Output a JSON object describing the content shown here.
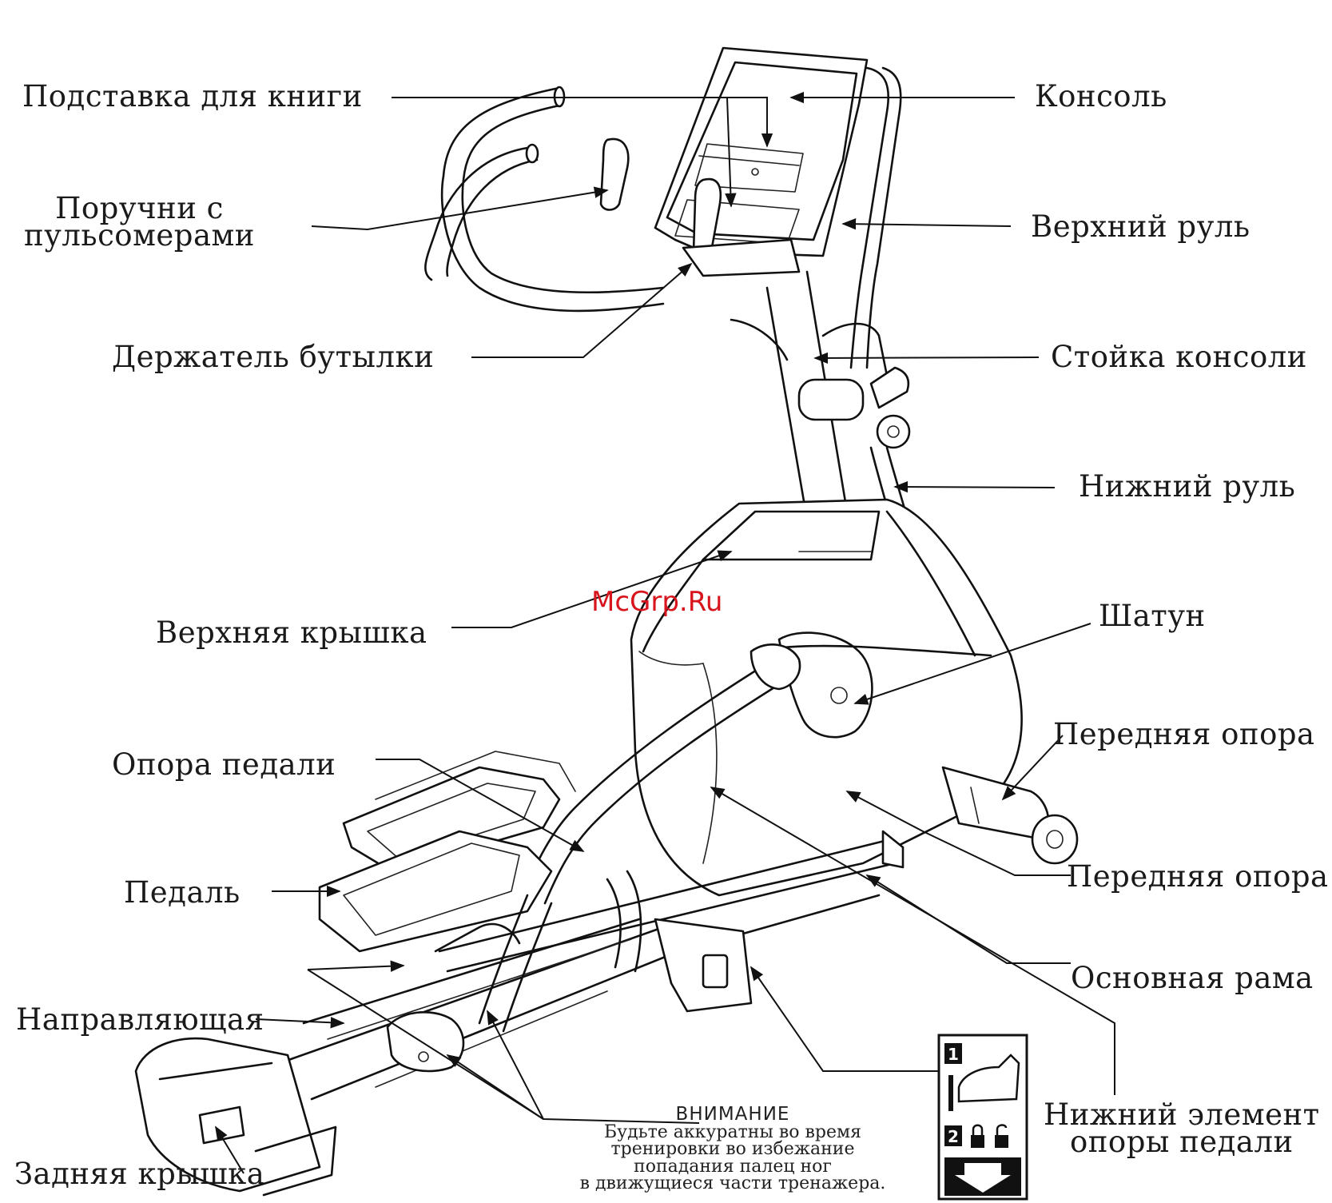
{
  "labels": {
    "book_holder": "Подставка для книги",
    "console": "Консоль",
    "pulse_grips_line1": "Поручни с",
    "pulse_grips_line2": "пульсомерами",
    "upper_handlebar": "Верхний руль",
    "bottle_holder": "Держатель бутылки",
    "console_mast": "Стойка консоли",
    "lower_handlebar": "Нижний руль",
    "top_cover": "Верхняя крышка",
    "crank": "Шатун",
    "front_support_1": "Передняя опора",
    "pedal_support": "Опора педали",
    "front_support_2": "Передняя опора",
    "pedal": "Педаль",
    "main_frame": "Основная рама",
    "rail": "Направляющая",
    "lower_pedal_support_line1": "Нижний элемент",
    "lower_pedal_support_line2": "опоры педали",
    "rear_cover": "Задняя крышка"
  },
  "warning": {
    "title": "ВНИМАНИЕ",
    "line1": "Будьте аккуратны во время",
    "line2": "тренировки во избежание",
    "line3": "попадания палец ног",
    "line4": "в движущиеся части тренажера."
  },
  "watermark": "McGrp.Ru",
  "sticker": {
    "step1": "1",
    "step2": "2",
    "lock_icon": "lock-icon",
    "unlock_icon": "unlock-icon"
  },
  "colors": {
    "ink": "#111111",
    "watermark": "#d8141c",
    "background": "#ffffff"
  }
}
